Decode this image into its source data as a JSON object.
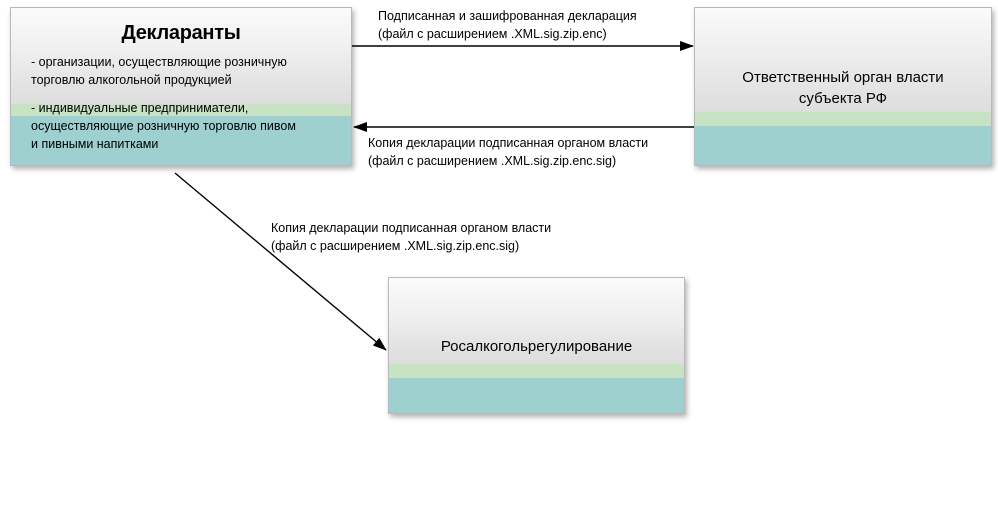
{
  "declarants": {
    "title": "Декларанты",
    "line1a": "- организации, осуществляющие розничную",
    "line1b": "торговлю алкогольной продукцией",
    "line2a": "- индивидуальные предприниматели,",
    "line2b": "осуществляющие розничную торговлю пивом",
    "line2c": "и пивными напитками"
  },
  "authority": {
    "line1": "Ответственный орган власти",
    "line2": "субъекта РФ"
  },
  "rosalco": {
    "label": "Росалкогольрегулирование"
  },
  "arrows": {
    "to_authority": {
      "line1": "Подписанная и зашифрованная декларация",
      "line2": "(файл с расширением .XML.sig.zip.enc)"
    },
    "to_declarants": {
      "line1": "Копия декларации подписанная органом власти",
      "line2": "(файл с расширением .XML.sig.zip.enc.sig)"
    },
    "to_rosalco": {
      "line1": "Копия декларации подписанная органом власти",
      "line2": "(файл с расширением .XML.sig.zip.enc.sig)"
    }
  },
  "colors": {
    "band_green": "#c8e2c4",
    "band_teal": "#9ed0d0",
    "arrow": "#000000"
  }
}
